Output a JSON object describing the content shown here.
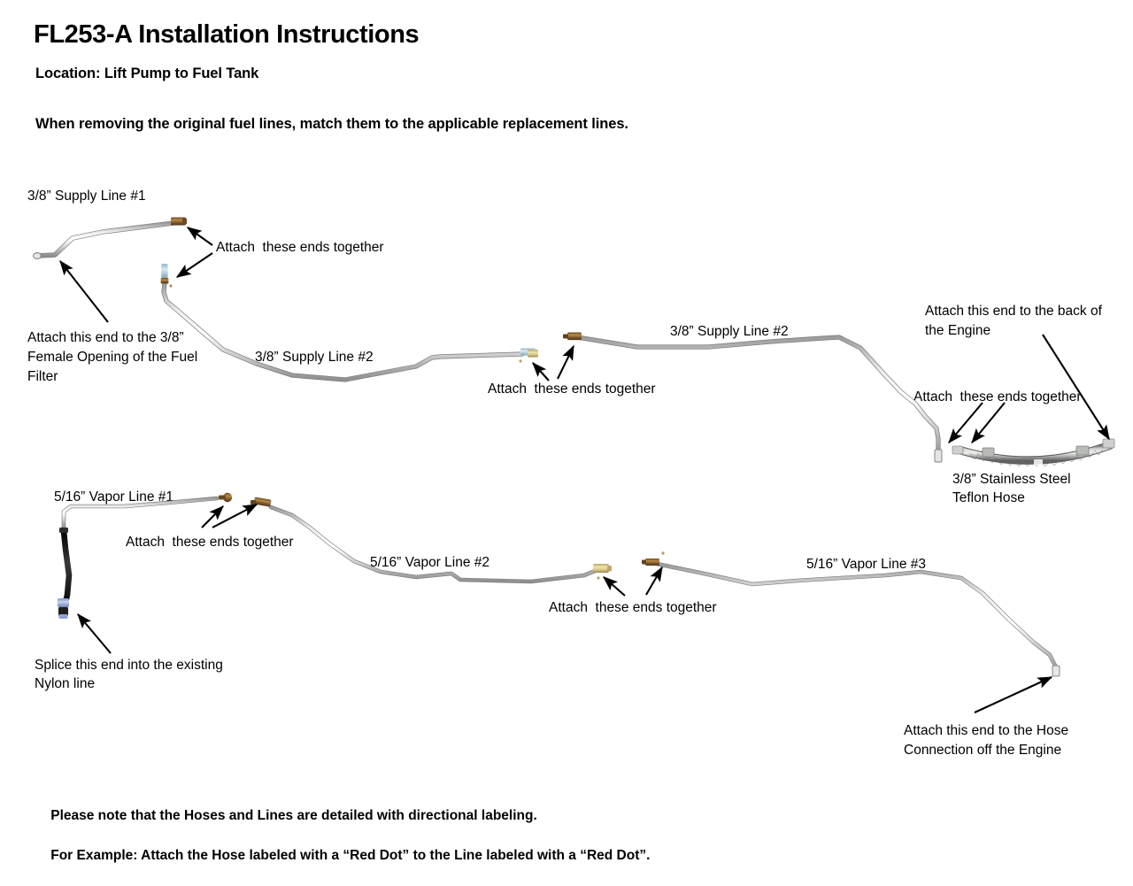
{
  "document": {
    "title": "FL253-A Installation Instructions",
    "location": "Location: Lift Pump to Fuel Tank",
    "intro": "When removing the original fuel lines, match them to the applicable replacement lines.",
    "footer_line_1": "Please note that the Hoses and Lines are detailed with directional labeling.",
    "footer_line_2": "For Example: Attach the Hose labeled with a “Red Dot” to the Line labeled with a “Red Dot”."
  },
  "labels": {
    "supply_line_1": "3/8” Supply Line #1",
    "supply_line_2_left": "3/8” Supply Line #2",
    "supply_line_2_right": "3/8” Supply Line #2",
    "teflon_hose_l1": "3/8” Stainless Steel",
    "teflon_hose_l2": "Teflon Hose",
    "vapor_line_1": "5/16” Vapor Line #1",
    "vapor_line_2": "5/16” Vapor Line #2",
    "vapor_line_3": "5/16” Vapor Line #3"
  },
  "callouts": {
    "attach_ends_1": "Attach  these ends together",
    "attach_fuel_filter_l1": "Attach this end to the 3/8”",
    "attach_fuel_filter_l2": "Female Opening of the Fuel",
    "attach_fuel_filter_l3": "Filter",
    "attach_ends_2": "Attach  these ends together",
    "attach_back_engine_l1": "Attach this end to the back of",
    "attach_back_engine_l2": "the Engine",
    "attach_ends_3": "Attach  these ends together",
    "attach_ends_4": "Attach  these ends together",
    "splice_nylon_l1": "Splice this end into the existing",
    "splice_nylon_l2": "Nylon line",
    "attach_ends_5": "Attach  these ends together",
    "attach_hose_engine_l1": "Attach this end to the Hose",
    "attach_hose_engine_l2": "Connection off the Engine"
  },
  "colors": {
    "background": "#ffffff",
    "text": "#000000",
    "tube_light": "#f2f2f2",
    "tube_mid": "#c9c9c9",
    "tube_dark": "#8a8a8a",
    "fitting_brass": "#8a6230",
    "fitting_brass_light": "#c9a15a",
    "fitting_gold": "#d8c98a",
    "fitting_blue": "#b8d4e4",
    "splice_blue": "#9fb4e0",
    "rubber_black": "#1a1a1a",
    "braid_steel": "#b0b2b0",
    "arrow": "#000000"
  },
  "parts_count": 7
}
